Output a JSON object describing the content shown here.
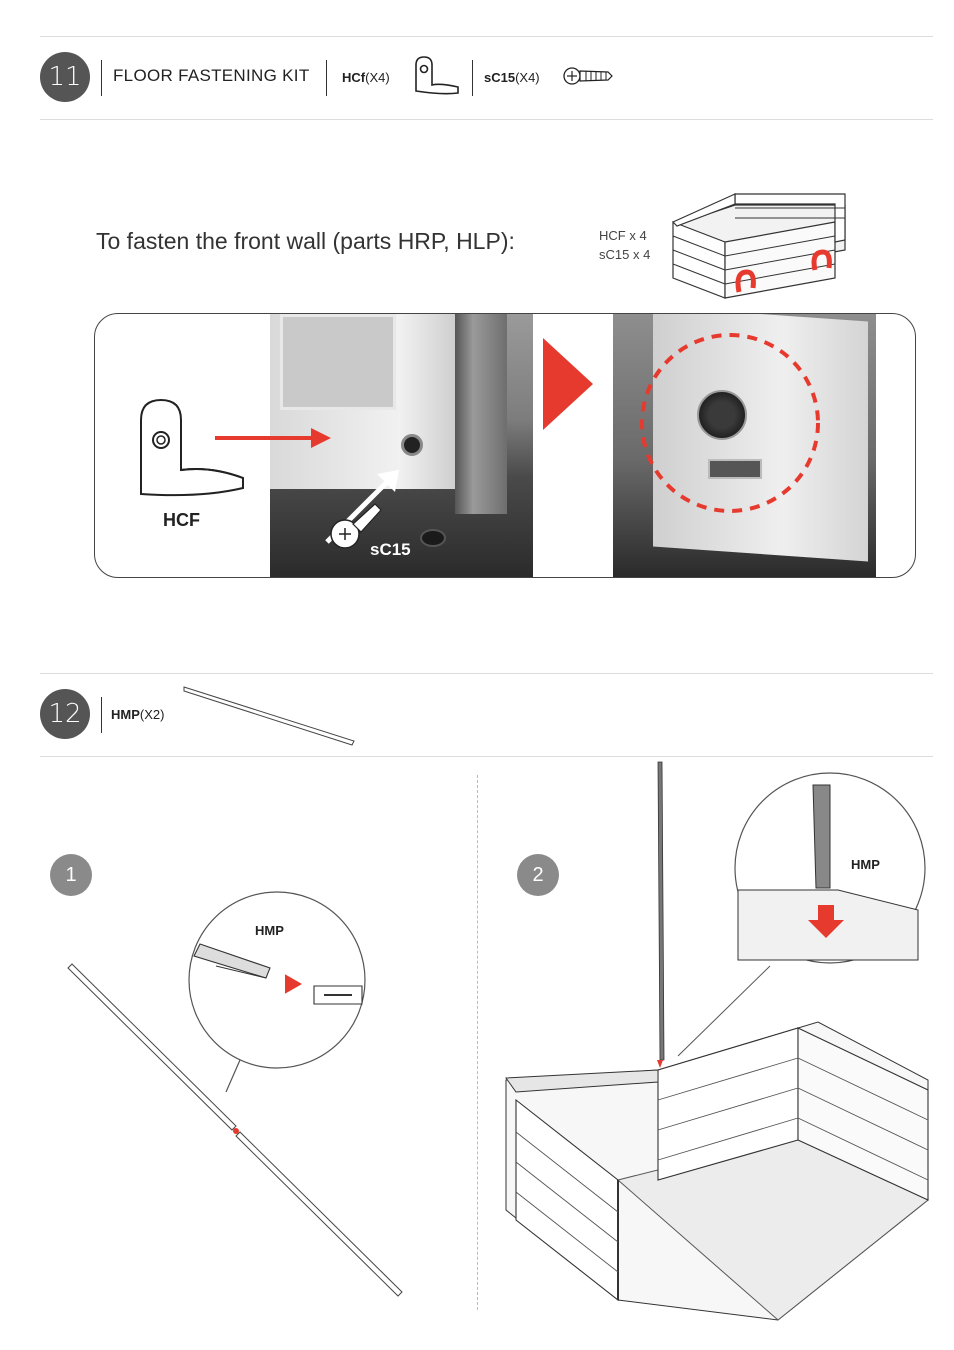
{
  "step11": {
    "number": "11",
    "title": "FLOOR FASTENING KIT",
    "part1_code": "HCf",
    "part1_qty": "(X4)",
    "part2_code": "sC15",
    "part2_qty": "(X4)",
    "instruction": "To fasten the front wall (parts HRP, HLP):",
    "note_line1": "HCF x 4",
    "note_line2": "sC15 x 4",
    "label_hcf": "HCF",
    "label_sc15": "sC15",
    "colors": {
      "accent": "#e63a2e",
      "badge": "#555555"
    }
  },
  "step12": {
    "number": "12",
    "part_code": "HMP",
    "part_qty": "(X2)",
    "substep1": {
      "number": "1",
      "callout": "HMP"
    },
    "substep2": {
      "number": "2",
      "callout": "HMP"
    }
  }
}
